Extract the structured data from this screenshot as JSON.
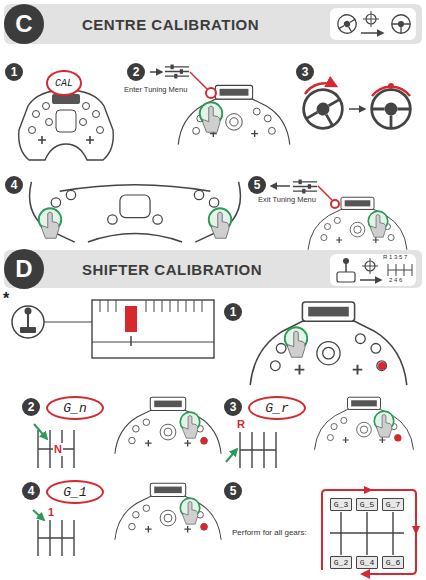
{
  "diagram": {
    "nodes": [
      {
        "text": [
          "CENTRE CALIBRATION"
        ]
      },
      {
        "text": [
          "C"
        ],
        "in": 0
      },
      {
        "text": [
          "1"
        ]
      },
      {
        "text": [
          "CAL"
        ]
      },
      {
        "text": [
          "2"
        ]
      },
      {
        "text": [
          "3"
        ]
      },
      {
        "text": [
          "4"
        ]
      },
      {
        "text": [
          "5"
        ]
      },
      {
        "text": [
          "SHIFTER CALIBRATION"
        ]
      },
      {
        "text": [
          "D"
        ],
        "in": 8
      },
      {
        "text": [
          "1"
        ]
      },
      {
        "text": [
          "2"
        ]
      },
      {
        "text": [
          "G_n"
        ]
      },
      {
        "text": [
          "3"
        ]
      },
      {
        "text": [
          "G_r"
        ]
      },
      {
        "text": [
          "4"
        ]
      },
      {
        "text": [
          "G_1"
        ]
      },
      {
        "text": [
          "5"
        ]
      },
      {
        "text": [
          "G_3"
        ]
      },
      {
        "text": [
          "G_5"
        ]
      },
      {
        "text": [
          "G_7"
        ]
      },
      {
        "text": [
          "G_2"
        ]
      },
      {
        "text": [
          "G_4"
        ]
      },
      {
        "text": [
          "G_6"
        ]
      }
    ],
    "labels": [
      "Enter Tuning Menu",
      "Exit Tuning Menu",
      "R 1 3 5 7",
      "2 4 6",
      "*",
      "N",
      "R",
      "1",
      "Perform for all gears:"
    ]
  }
}
